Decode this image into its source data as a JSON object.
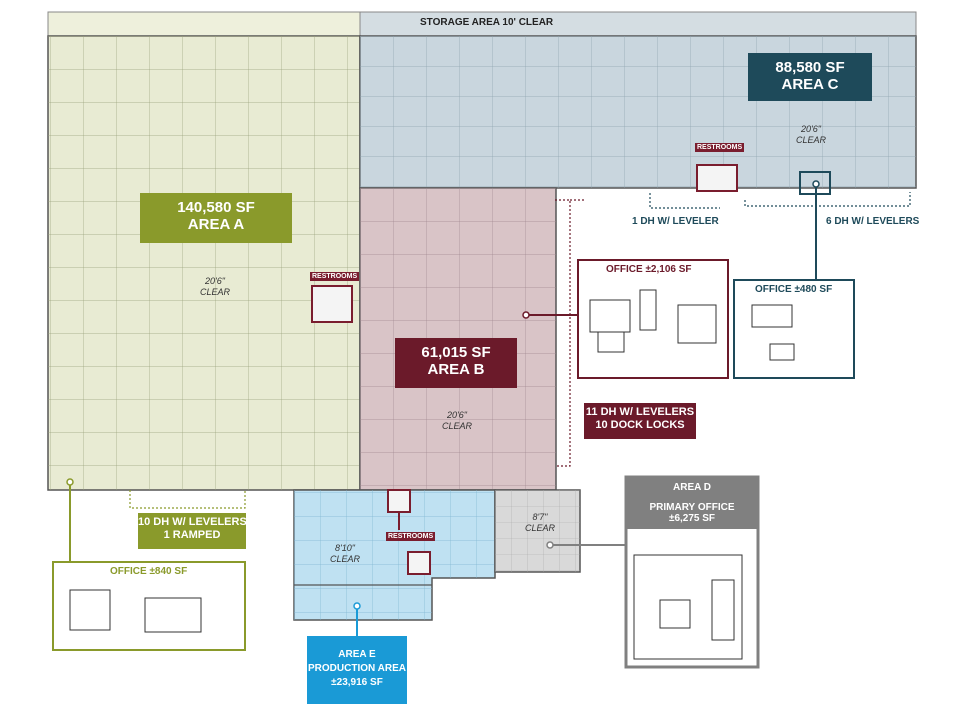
{
  "storage": {
    "label": "STORAGE AREA 10' CLEAR"
  },
  "areas": {
    "a": {
      "sf": "140,580 SF",
      "name": "AREA A",
      "clear_height": "20'6\"",
      "clear_word": "CLEAR",
      "color": "#8a9a2b",
      "fill": "#e8ebd3"
    },
    "b": {
      "sf": "61,015 SF",
      "name": "AREA B",
      "clear_height": "20'6\"",
      "clear_word": "CLEAR",
      "color": "#6b1a2a",
      "fill": "#d9c4c7"
    },
    "c": {
      "sf": "88,580 SF",
      "name": "AREA C",
      "clear_height": "20'6\"",
      "clear_word": "CLEAR",
      "color": "#1e4a5a",
      "fill": "#c9d6de"
    },
    "d": {
      "title": "AREA D",
      "sub1": "PRIMARY OFFICE",
      "sub2": "±6,275 SF",
      "clear_height": "8'7\"",
      "clear_word": "CLEAR",
      "color": "#808080",
      "fill": "#d9d9d9"
    },
    "e": {
      "title": "AREA E",
      "sub1": "PRODUCTION AREA",
      "sub2": "±23,916 SF",
      "clear_height": "8'10\"",
      "clear_word": "CLEAR",
      "color": "#1a9ad6",
      "fill": "#bfe1f2"
    }
  },
  "restrooms": {
    "label": "RESTROOMS"
  },
  "docks": {
    "c_leveler": "1 DH W/ LEVELER",
    "c_levelers": "6 DH W/ LEVELERS",
    "b_line1": "11 DH W/ LEVELERS",
    "b_line2": "10 DOCK LOCKS",
    "a_line1": "10 DH W/ LEVELERS",
    "a_line2": "1 RAMPED"
  },
  "offices": {
    "b": "OFFICE ±2,106 SF",
    "c": "OFFICE ±480 SF",
    "a": "OFFICE ±840 SF"
  }
}
